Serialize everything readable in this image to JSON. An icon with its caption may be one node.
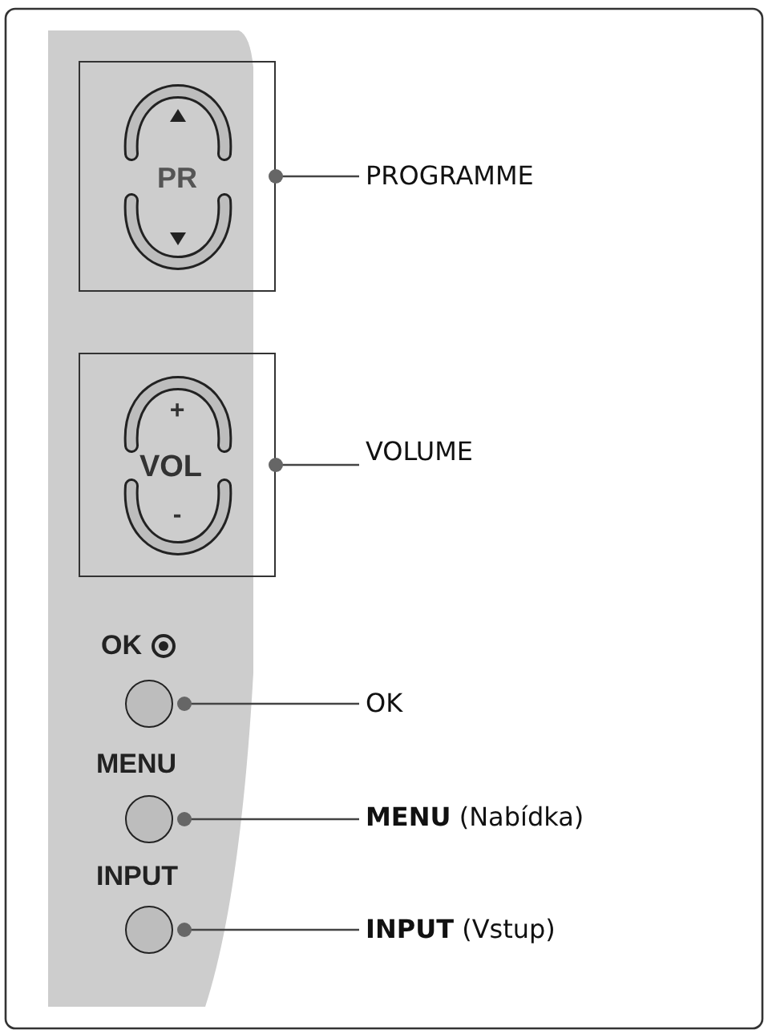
{
  "diagram": {
    "nodes": [
      {
        "text": [
          "PR"
        ]
      },
      {
        "text": [
          "PROGRAMME"
        ]
      },
      {
        "text": [
          "+",
          "VOL",
          "-"
        ]
      },
      {
        "text": [
          "VOLUME"
        ]
      },
      {
        "text": [],
        "shape": "circle",
        "beside": [
          "OK"
        ]
      },
      {
        "text": [
          "OK"
        ]
      },
      {
        "text": [],
        "shape": "circle",
        "beside": [
          "MENU"
        ]
      },
      {
        "text": [
          "**MENU** (Nabídka)"
        ]
      },
      {
        "text": [],
        "shape": "circle",
        "beside": [
          "INPUT"
        ]
      },
      {
        "text": [
          "**INPUT** (Vstup)"
        ]
      }
    ],
    "edges": [
      {
        "from": 1,
        "to": 0,
        "arrow": "other"
      },
      {
        "from": 3,
        "to": 2,
        "arrow": "other"
      },
      {
        "from": 5,
        "to": 4,
        "arrow": "other"
      },
      {
        "from": 7,
        "to": 6,
        "arrow": "other"
      },
      {
        "from": 9,
        "to": 8,
        "arrow": "other"
      }
    ]
  }
}
